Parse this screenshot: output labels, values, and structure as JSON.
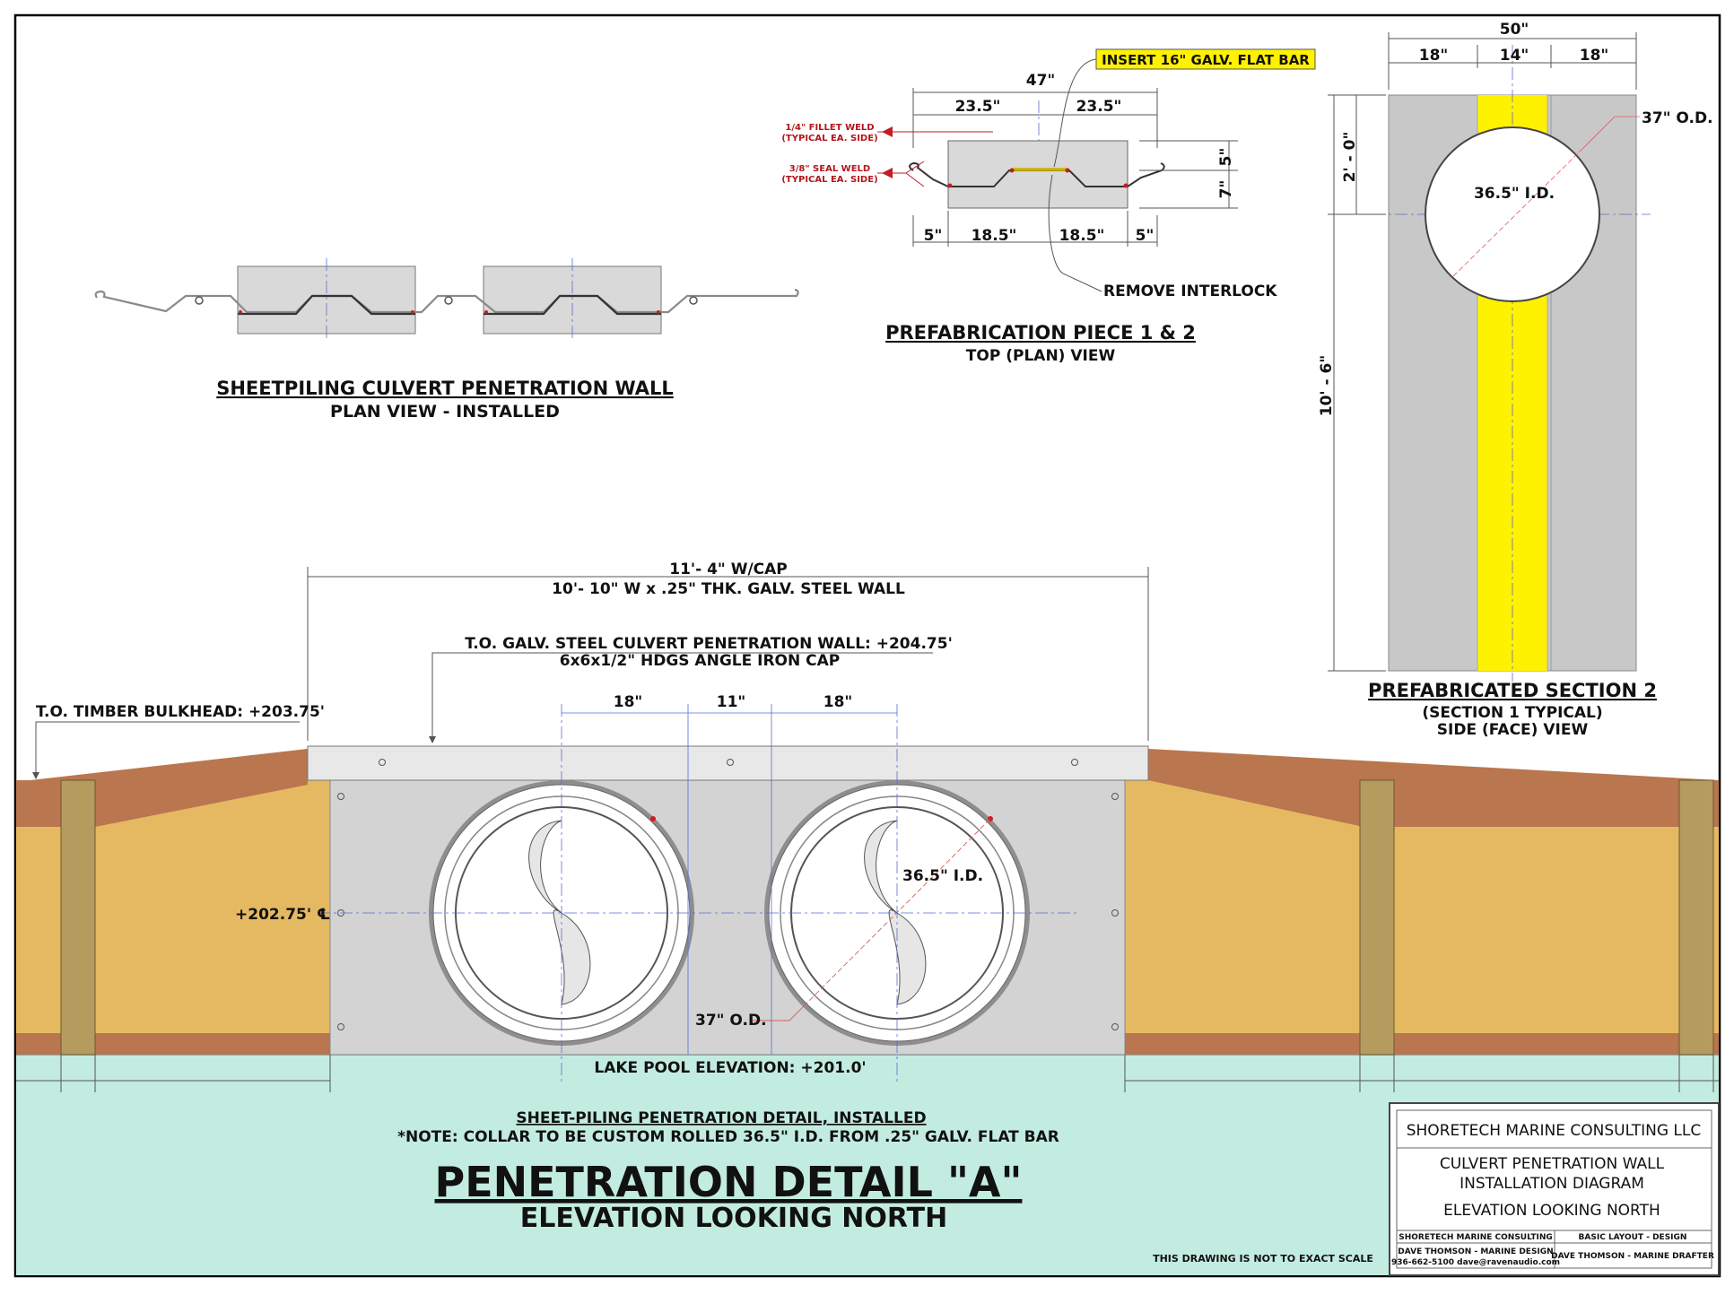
{
  "plan_view": {
    "title": "SHEETPILING CULVERT PENETRATION WALL",
    "subtitle": "PLAN VIEW - INSTALLED"
  },
  "prefab_plan": {
    "title": "PREFABRICATION PIECE 1 & 2",
    "subtitle": "TOP (PLAN) VIEW",
    "insert_label": "INSERT 16\" GALV. FLAT BAR",
    "remove_label": "REMOVE INTERLOCK",
    "fillet_weld": [
      "1/4\" FILLET WELD",
      "(TYPICAL EA. SIDE)"
    ],
    "seal_weld": [
      "3/8\" SEAL WELD",
      "(TYPICAL EA. SIDE)"
    ],
    "dims": {
      "overall": "47\"",
      "half_left": "23.5\"",
      "half_right": "23.5\"",
      "depth_top": "5\"",
      "depth_bottom": "7\"",
      "b1": "5\"",
      "b2": "18.5\"",
      "b3": "18.5\"",
      "b4": "5\""
    }
  },
  "prefab_section": {
    "title": "PREFABRICATED SECTION 2",
    "subtitle1": "(SECTION 1 TYPICAL)",
    "subtitle2": "SIDE (FACE) VIEW",
    "dims": {
      "width": "50\"",
      "left": "18\"",
      "middle": "14\"",
      "right": "18\"",
      "top": "2' - 0\"",
      "height": "10' - 6\"",
      "od": "37\" O.D.",
      "id": "36.5\" I.D."
    },
    "colors": {
      "panel": "#c8c8c8",
      "flat_bar": "#fff200"
    }
  },
  "elevation": {
    "width_top": "11'- 4\" W/CAP",
    "width_bottom": "10'- 10\" W x .25\" THK. GALV. STEEL WALL",
    "cap_label1": "T.O. GALV. STEEL CULVERT PENETRATION WALL: +204.75'",
    "cap_label2": "6x6x1/2\" HDGS ANGLE IRON CAP",
    "bulkhead": "T.O. TIMBER BULKHEAD: +203.75'",
    "centerline": "+202.75' ℄",
    "span_left": "18\"",
    "span_mid": "11\"",
    "span_right": "18\"",
    "id_label": "36.5\" I.D.",
    "od_label": "37\" O.D.",
    "lake": "LAKE POOL ELEVATION: +201.0'",
    "colors": {
      "soil": "#e5b962",
      "bank": "#b9764f",
      "post": "#b59b5e",
      "water": "#c3ece0",
      "steel": "#d3d3d3"
    }
  },
  "detail": {
    "underline_title": "SHEET-PILING PENETRATION DETAIL, INSTALLED",
    "note": "*NOTE: COLLAR TO BE CUSTOM ROLLED 36.5\" I.D. FROM .25\" GALV. FLAT BAR",
    "title": "PENETRATION DETAIL \"A\"",
    "subtitle": "ELEVATION LOOKING NORTH",
    "scale_note": "THIS DRAWING IS NOT TO EXACT SCALE"
  },
  "title_block": {
    "company": "SHORETECH MARINE CONSULTING LLC",
    "line1": "CULVERT PENETRATION WALL",
    "line2": "INSTALLATION DIAGRAM",
    "line3": "ELEVATION LOOKING NORTH",
    "c1": "SHORETECH MARINE CONSULTING",
    "c2": "BASIC LAYOUT - DESIGN",
    "c3a": "DAVE THOMSON - MARINE DESIGN",
    "c3b": "936-662-5100  dave@ravenaudio.com",
    "c4": "DAVE THOMSON - MARINE DRAFTER"
  }
}
